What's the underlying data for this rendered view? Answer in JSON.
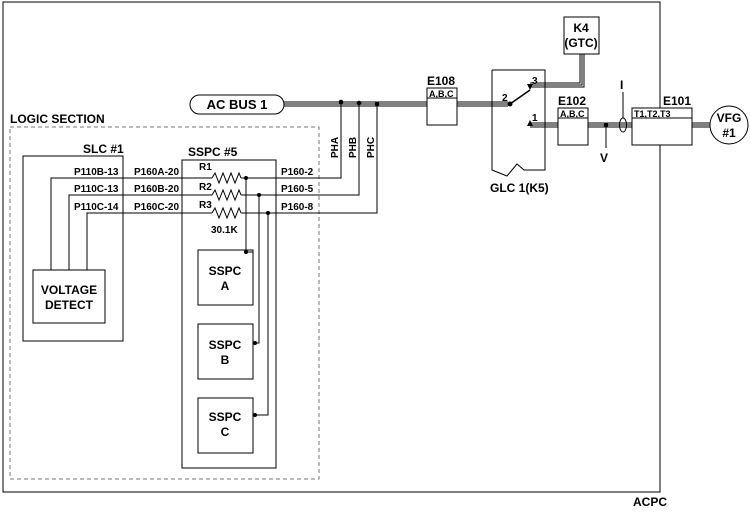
{
  "labels": {
    "ac_bus": "AC BUS 1",
    "logic_section": "LOGIC SECTION",
    "slc": "SLC #1",
    "sspc": "SSPC #5",
    "voltage_detect_1": "VOLTAGE",
    "voltage_detect_2": "DETECT",
    "p110b": "P110B-13",
    "p110c13": "P110C-13",
    "p110c14": "P110C-14",
    "p160a": "P160A-20",
    "p160b": "P160B-20",
    "p160c": "P160C-20",
    "r1": "R1",
    "r2": "R2",
    "r3": "R3",
    "resistance": "30.1K",
    "p160_2": "P160-2",
    "p160_5": "P160-5",
    "p160_8": "P160-8",
    "pha": "PHA",
    "phb": "PHB",
    "phc": "PHC",
    "sspc_a_1": "SSPC",
    "sspc_a_2": "A",
    "sspc_b_1": "SSPC",
    "sspc_b_2": "B",
    "sspc_c_1": "SSPC",
    "sspc_c_2": "C",
    "e108": "E108",
    "e108_sub": "A,B,C",
    "k4_1": "K4",
    "k4_2": "(GTC)",
    "glc": "GLC 1(K5)",
    "pin1": "1",
    "pin2": "2",
    "pin3": "3",
    "e102": "E102",
    "e102_sub": "A,B,C",
    "e101": "E101",
    "e101_sub": "T1,T2,T3",
    "current_i": "I",
    "voltage_v": "V",
    "vfg_1": "VFG",
    "vfg_2": "#1",
    "acpc": "ACPC"
  }
}
